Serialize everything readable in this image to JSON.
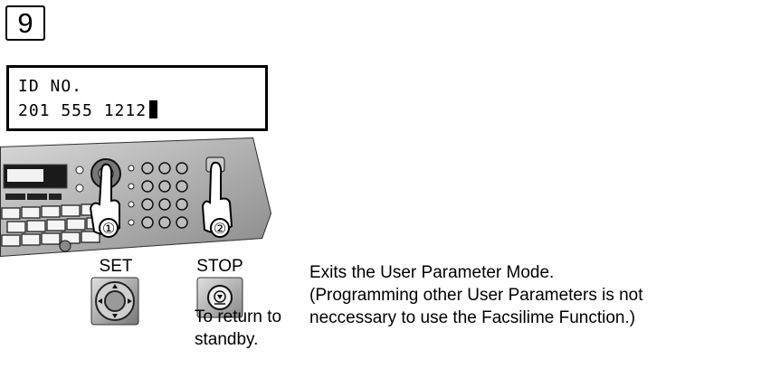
{
  "step": {
    "number": "9"
  },
  "lcd": {
    "line1": "ID NO.",
    "line2": "201 555 1212"
  },
  "illustration": {
    "callout_1": "①",
    "callout_2": "②",
    "icons": [
      "control-panel-illustration",
      "hand-pointer-icon",
      "set-dial-icon",
      "stop-key-icon"
    ]
  },
  "keys": {
    "set_label": "SET",
    "stop_label": "STOP"
  },
  "hint": {
    "line1": "To return to",
    "line2": "standby."
  },
  "description": {
    "line1": "Exits the User Parameter Mode.",
    "line2": "(Programming other User Parameters is not",
    "line3": "neccessary to use the Facsilime Function.)"
  }
}
